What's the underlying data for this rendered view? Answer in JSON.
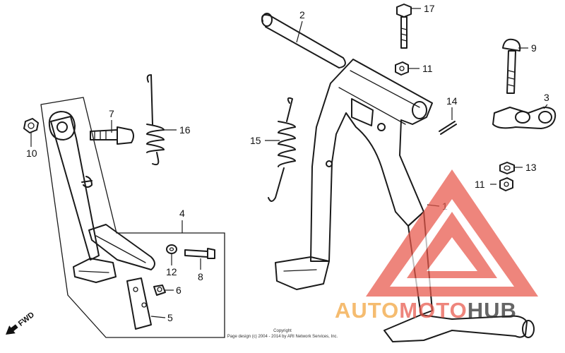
{
  "callouts": {
    "c1": "1",
    "c2": "2",
    "c3": "3",
    "c4": "4",
    "c5": "5",
    "c6": "6",
    "c7": "7",
    "c8": "8",
    "c9": "9",
    "c10": "10",
    "c11a": "11",
    "c11b": "11",
    "c12": "12",
    "c13": "13",
    "c14": "14",
    "c15": "15",
    "c16": "16",
    "c17": "17"
  },
  "direction_label": "FWD",
  "copyright": {
    "line1": "Copyright",
    "line2": "Page design (c) 2004 - 2014 by ARI Network Services, Inc."
  },
  "watermark": {
    "text_a": "AUTO",
    "text_b": "MOTO",
    "text_c": "HUB",
    "color_orange": "#f2a33a",
    "color_red": "#e8574a",
    "color_dark": "#2b2b2b"
  }
}
